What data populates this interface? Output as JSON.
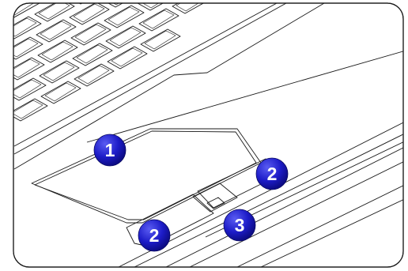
{
  "callouts": [
    {
      "number": "1",
      "target": "touchpad"
    },
    {
      "number": "2",
      "target": "right-button"
    },
    {
      "number": "2",
      "target": "left-button"
    },
    {
      "number": "3",
      "target": "scroll-button"
    }
  ],
  "colors": {
    "callout_fill": "#1d1cc8",
    "callout_text": "#ffffff",
    "outline": "#1a1a1a",
    "background": "#ffffff"
  }
}
